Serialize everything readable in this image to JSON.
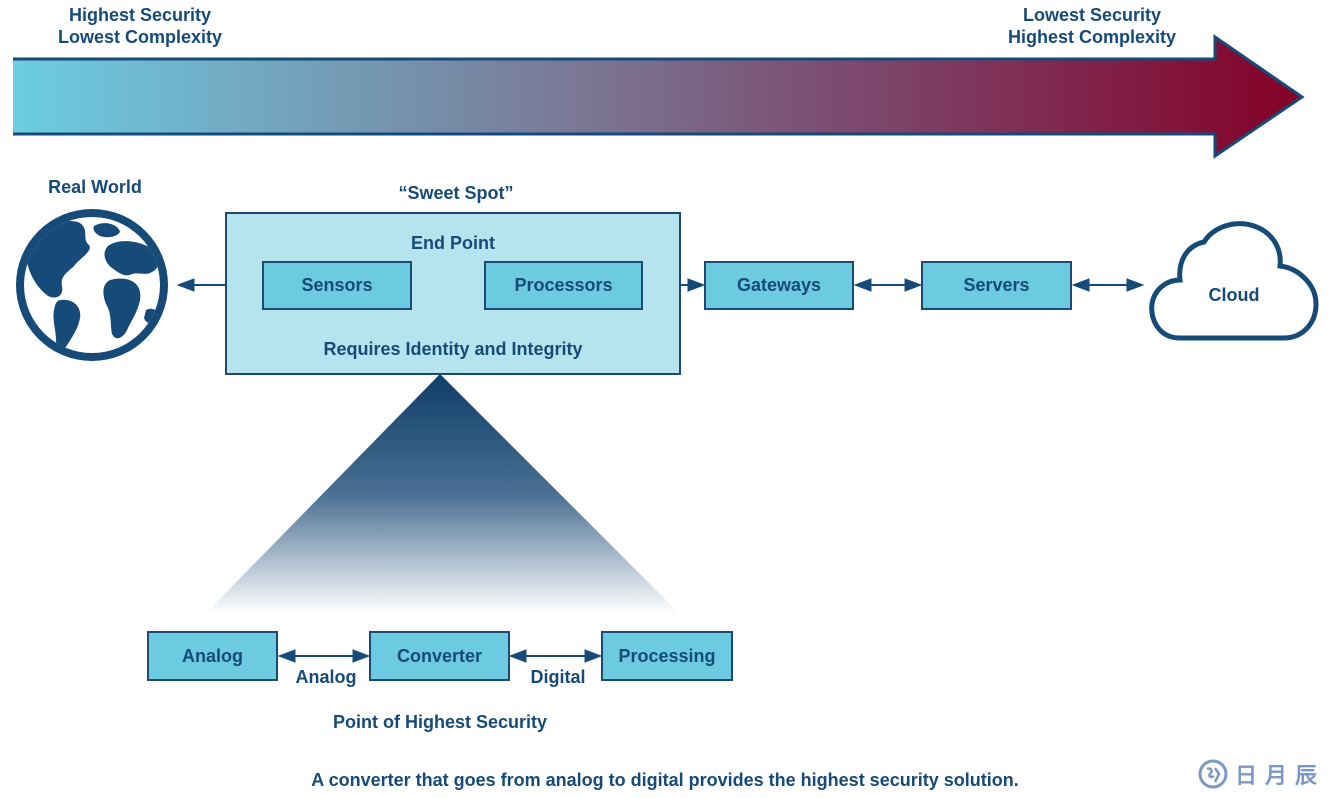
{
  "arrow": {
    "left_label_line1": "Highest Security",
    "left_label_line2": "Lowest Complexity",
    "right_label_line1": "Lowest Security",
    "right_label_line2": "Highest Complexity",
    "gradient_start_color": "#6ccde1",
    "gradient_mid_color": "#7a6a8a",
    "gradient_end_color": "#820028",
    "outline_color": "#164a78"
  },
  "top_flow": {
    "real_world_label": "Real World",
    "sweet_spot_label": "“Sweet Spot”",
    "end_point": {
      "title": "End Point",
      "subtitle": "Requires Identity and Integrity",
      "nodes": [
        "Sensors",
        "Processors"
      ]
    },
    "nodes": [
      "Gateways",
      "Servers"
    ],
    "cloud_label": "Cloud"
  },
  "bottom_flow": {
    "nodes": [
      "Analog",
      "Converter",
      "Processing"
    ],
    "link_labels": [
      "Analog",
      "Digital"
    ],
    "caption": "Point of Highest Security"
  },
  "footer_caption": "A converter that goes from analog to digital provides the highest security solution.",
  "watermark": {
    "icon": "logo-circle-icon",
    "text": "日月辰"
  },
  "colors": {
    "primary_dark": "#164a78",
    "box_fill": "#6ccbe0",
    "outer_fill": "#b5e4ee"
  }
}
